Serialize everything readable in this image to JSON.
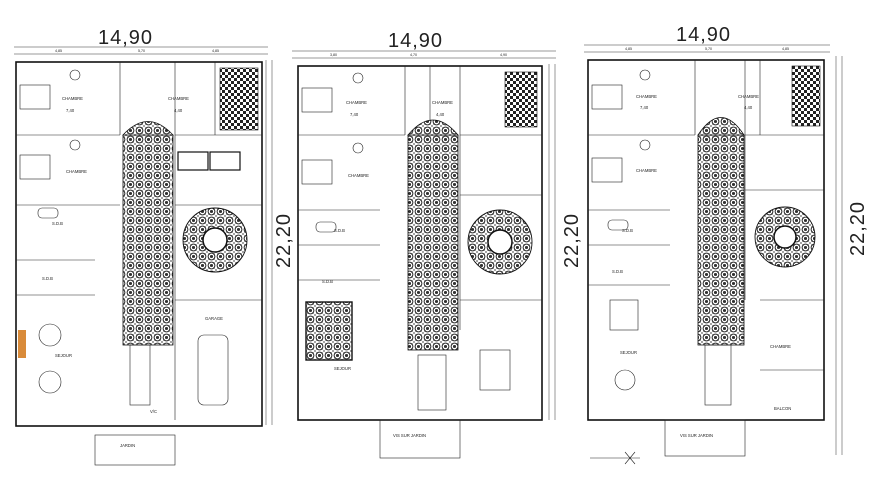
{
  "plans": [
    {
      "width_label": "14,90",
      "height_label": "",
      "top_dims": [
        "4,85",
        "5,70",
        "4,85"
      ],
      "room_labels": {
        "chambre_a": "CHAMBRE",
        "chambre_a_area": "7,40",
        "chambre_b": "CHAMBRE",
        "chambre_b_area": "4,40",
        "chambre_c": "CHAMBRE",
        "sdb_a": "S.D.B",
        "sdb_b": "S.D.B",
        "sejour": "SEJOUR",
        "garage": "GARAGE",
        "vic": "V/C",
        "bottom": "JARDIN"
      }
    },
    {
      "width_label": "14,90",
      "height_label": "22,20",
      "top_dims": [
        "3,80",
        "4,70",
        "4,90"
      ],
      "room_labels": {
        "chambre_a": "CHAMBRE",
        "chambre_a_area": "7,40",
        "chambre_b": "CHAMBRE",
        "chambre_b_area": "4,40",
        "chambre_c": "CHAMBRE",
        "sdb_a": "S.D.B",
        "sdb_b": "S.D.B",
        "sejour": "SEJOUR",
        "bottom": "VIS SUR JARDIN"
      }
    },
    {
      "width_label": "14,90",
      "height_label": "22,20",
      "right_height_label": "22,20",
      "top_dims": [
        "4,85",
        "5,70",
        "4,85"
      ],
      "room_labels": {
        "chambre_a": "CHAMBRE",
        "chambre_a_area": "7,40",
        "chambre_b": "CHAMBRE",
        "chambre_b_area": "4,40",
        "chambre_c": "CHAMBRE",
        "chambre_d": "CHAMBRE",
        "sdb_a": "S.D.B",
        "sdb_b": "S.D.B",
        "sejour": "SEJOUR",
        "balcon": "BALCON",
        "bottom": "VIS SUR JARDIN"
      }
    }
  ]
}
